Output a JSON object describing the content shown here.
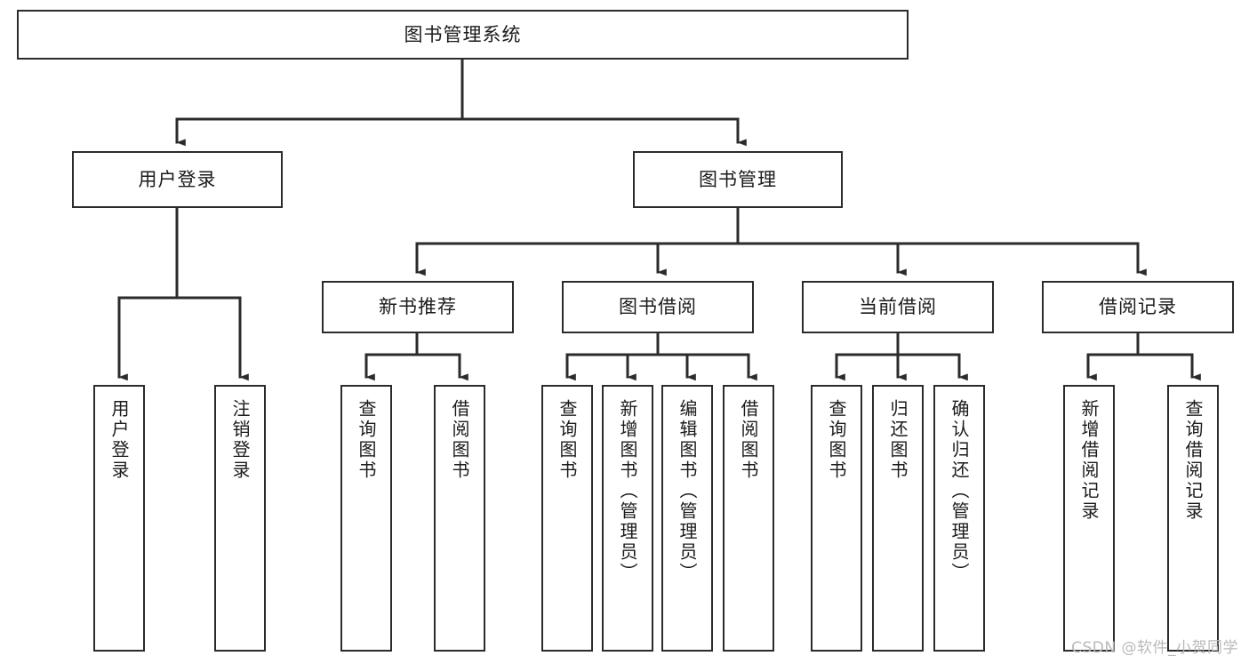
{
  "diagram": {
    "title": "图书管理系统",
    "watermark": "CSDN @软件_小贺同学",
    "colors": {
      "stroke": "#2b2b2b",
      "fill": "#ffffff",
      "text": "#1b1b1b",
      "watermark": "#b9b9b9"
    },
    "nodes": {
      "root": {
        "label": "图书管理系统"
      },
      "level1": [
        {
          "id": "user-login",
          "label": "用户登录"
        },
        {
          "id": "book-manage",
          "label": "图书管理"
        }
      ],
      "level2": [
        {
          "id": "new-book-recommend",
          "label": "新书推荐"
        },
        {
          "id": "book-borrow",
          "label": "图书借阅"
        },
        {
          "id": "current-borrow",
          "label": "当前借阅"
        },
        {
          "id": "borrow-record",
          "label": "借阅记录"
        }
      ],
      "leaves": {
        "user_login": [
          {
            "id": "leaf-user-login",
            "label": "用户登录"
          },
          {
            "id": "leaf-logout-login",
            "label": "注销登录"
          }
        ],
        "new_book_recommend": [
          {
            "id": "leaf-query-book-1",
            "label": "查询图书"
          },
          {
            "id": "leaf-borrow-book-1",
            "label": "借阅图书"
          }
        ],
        "book_borrow": [
          {
            "id": "leaf-query-book-2",
            "label": "查询图书"
          },
          {
            "id": "leaf-add-book",
            "label": "新增图书（管理员）"
          },
          {
            "id": "leaf-edit-book",
            "label": "编辑图书（管理员）"
          },
          {
            "id": "leaf-borrow-book-2",
            "label": "借阅图书"
          }
        ],
        "current_borrow": [
          {
            "id": "leaf-query-book-3",
            "label": "查询图书"
          },
          {
            "id": "leaf-return-book",
            "label": "归还图书"
          },
          {
            "id": "leaf-confirm-return",
            "label": "确认归还（管理员）"
          }
        ],
        "borrow_record": [
          {
            "id": "leaf-add-record",
            "label": "新增借阅记录"
          },
          {
            "id": "leaf-query-record",
            "label": "查询借阅记录"
          }
        ]
      }
    }
  }
}
